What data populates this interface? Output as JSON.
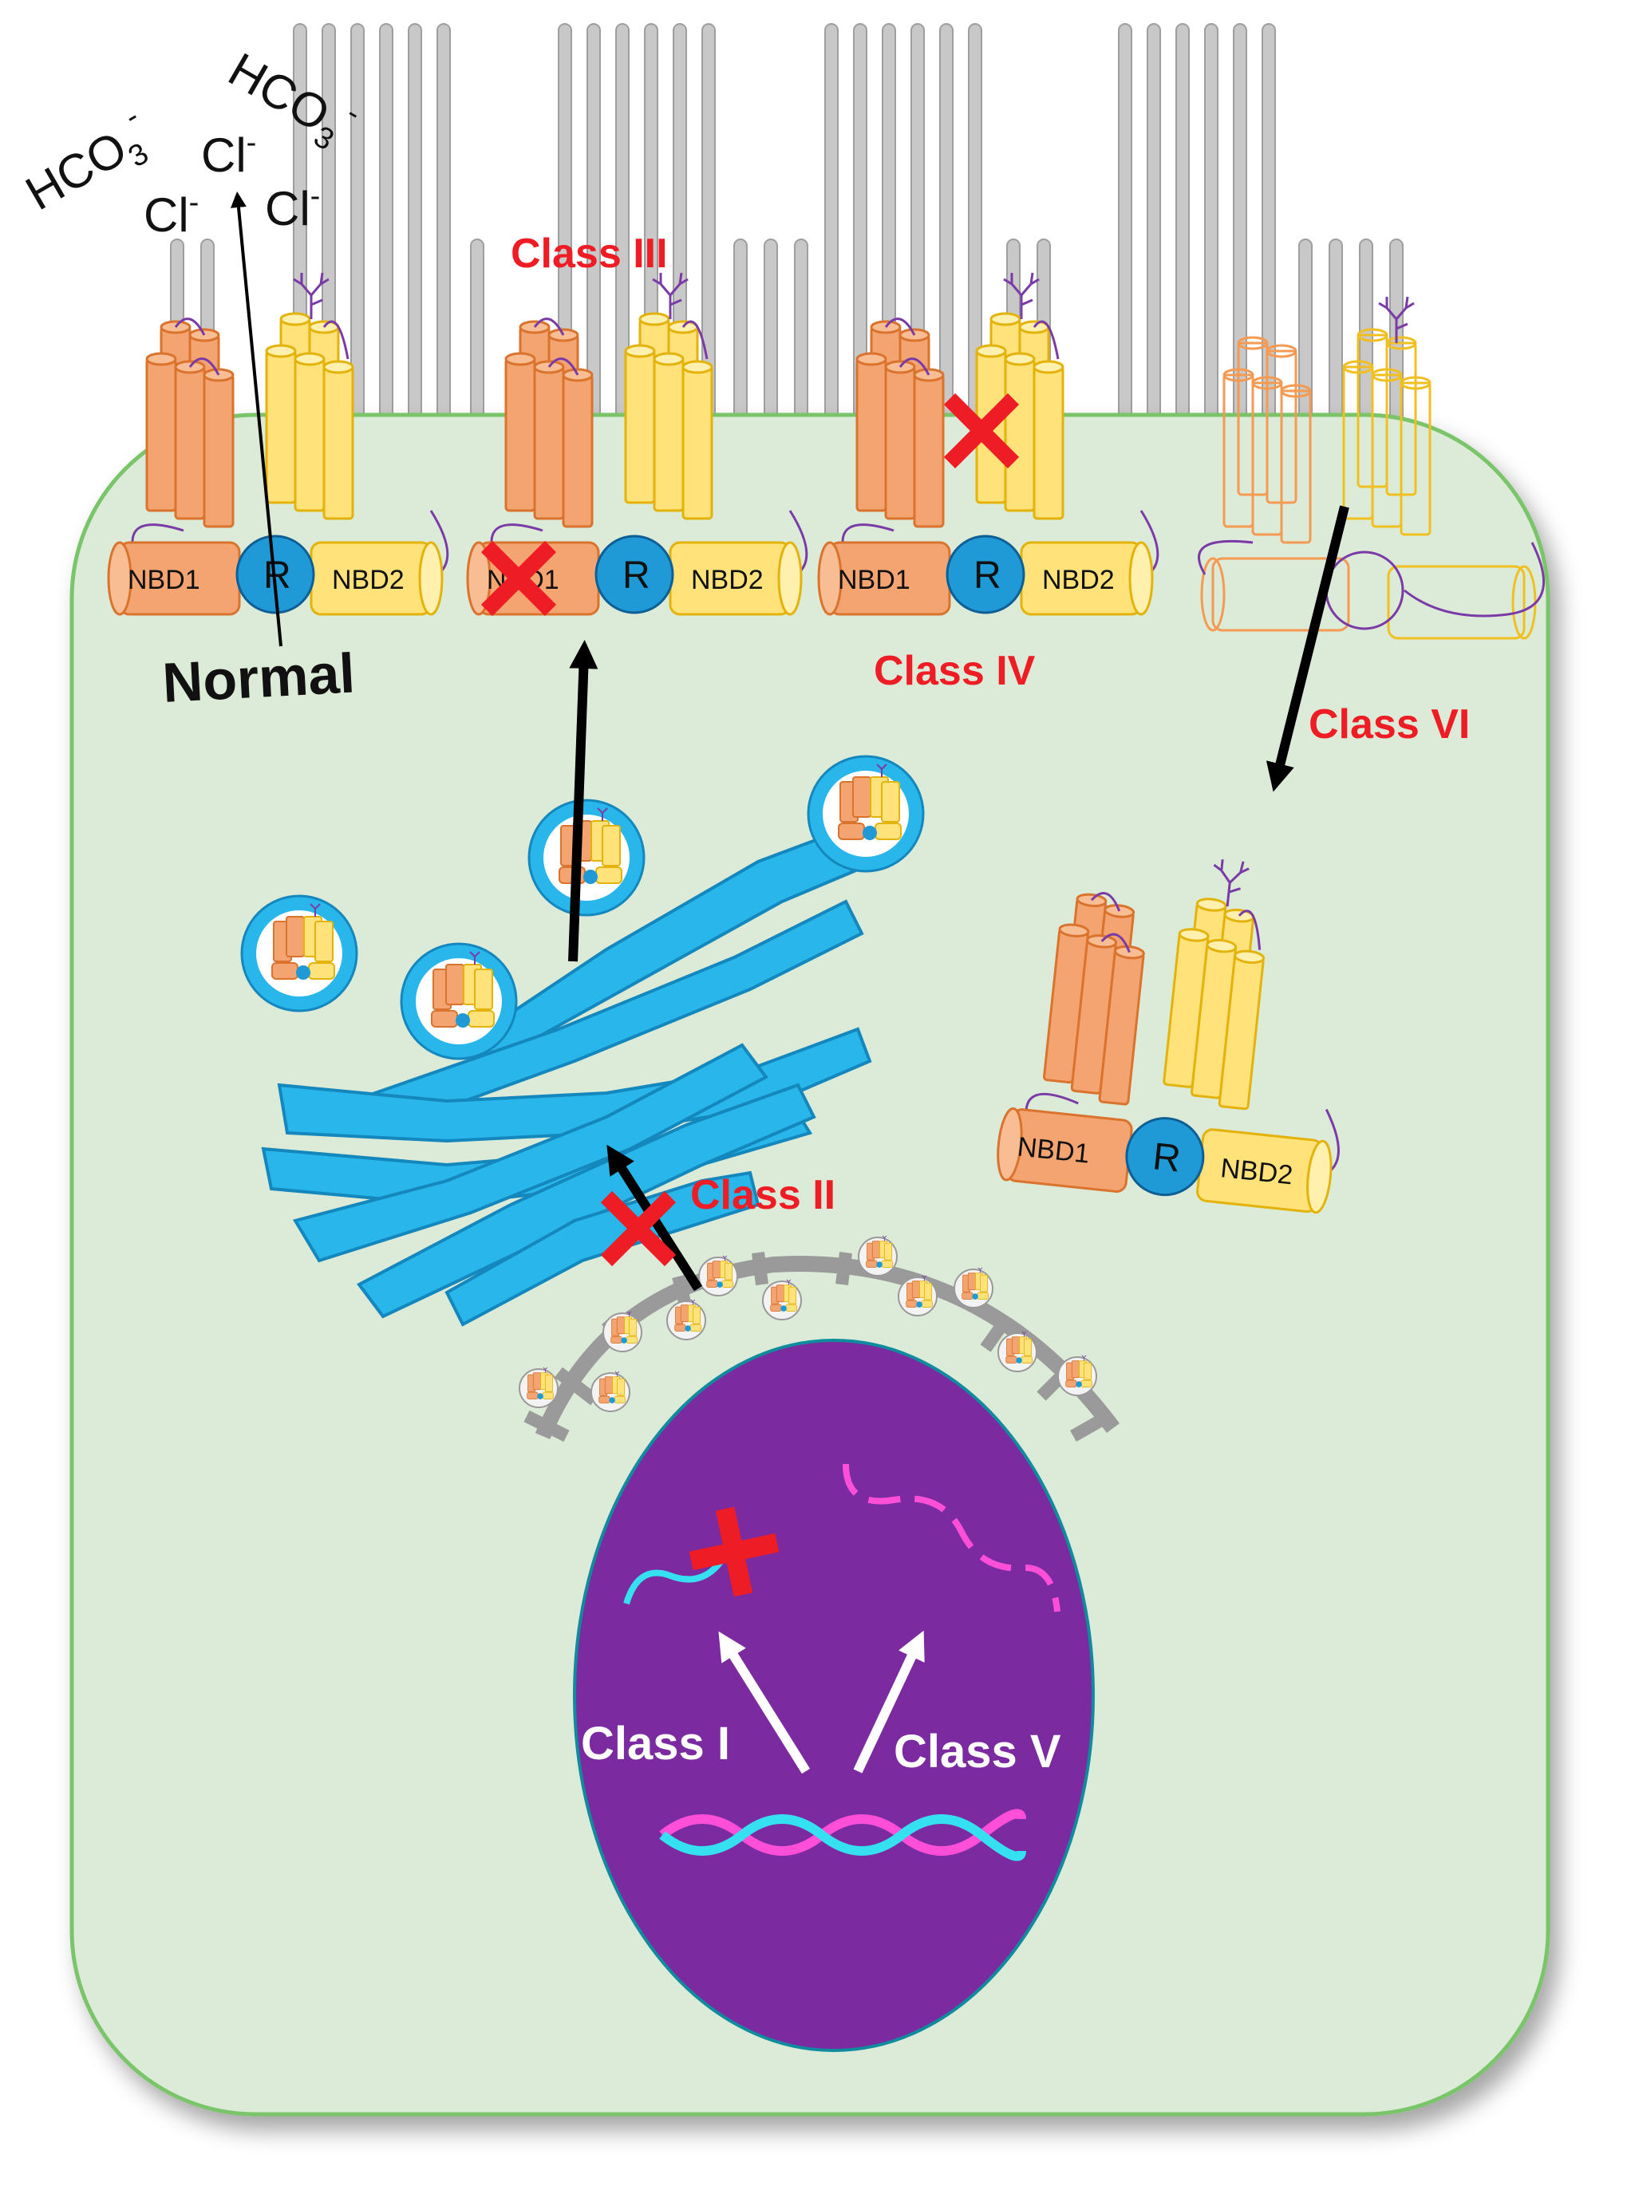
{
  "labels": {
    "normal": "Normal",
    "class_i": "Class I",
    "class_ii": "Class II",
    "class_iii": "Class III",
    "class_iv": "Class IV",
    "class_v": "Class V",
    "class_vi": "Class VI"
  },
  "ions": {
    "bicarbonate_base": "HCO",
    "bicarbonate_sub": "3",
    "bicarbonate_charge": "-",
    "chloride_base": "Cl",
    "chloride_charge": "-"
  },
  "domains": {
    "nbd1": "NBD1",
    "nbd2": "NBD2",
    "r": "R"
  },
  "colors": {
    "cell_fill": "#dcebd8",
    "cell_stroke": "#7ac46a",
    "microvilli": "#c8c8c8",
    "tmd_orange": "#f4a470",
    "tmd_yellow": "#ffe27a",
    "r_domain": "#1f9ad6",
    "golgi": "#29b6ea",
    "nucleus": "#7b2aa0",
    "error_red": "#ee1c24",
    "er_grey": "#9a9a9a",
    "dna_pink": "#ff4fd8",
    "dna_cyan": "#35e0f0"
  }
}
